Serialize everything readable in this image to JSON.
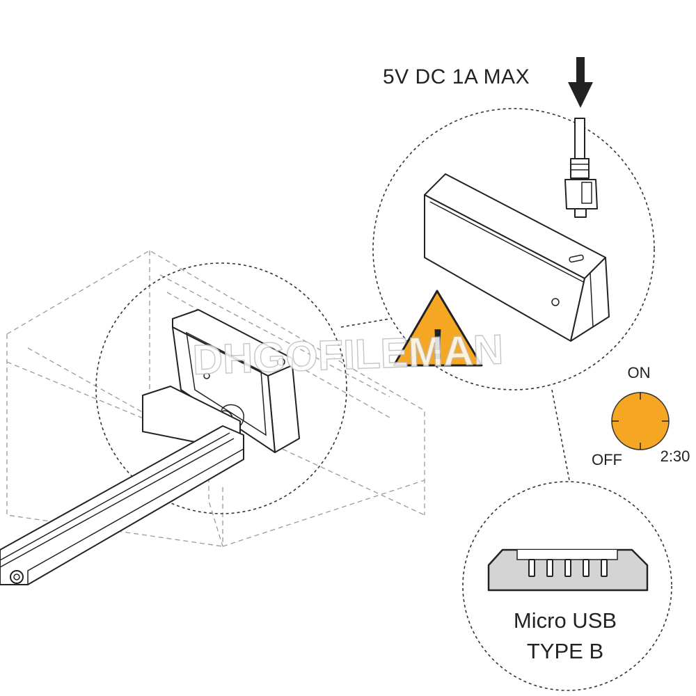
{
  "power_label": "5V DC 1A MAX",
  "timer": {
    "on_label": "ON",
    "off_label": "OFF",
    "duration_label": "2:30",
    "fill_color": "#F5A623"
  },
  "usb_callout": {
    "line1": "Micro USB",
    "line2": "TYPE B"
  },
  "warning": {
    "symbol": "!",
    "icon": "warning-triangle-icon",
    "color": "#F5A623"
  },
  "watermark": "DHGOFILEMAN"
}
